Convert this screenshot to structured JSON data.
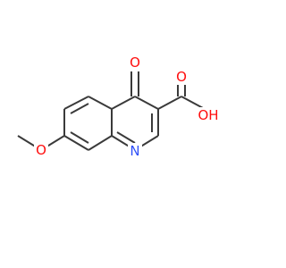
{
  "molecule": {
    "colors": {
      "bond": "#3a3a3a",
      "oxygen": "#ff0d0d",
      "nitrogen": "#3050f8",
      "carbon": "#3a3a3a",
      "background": "#ffffff"
    },
    "labels": {
      "ketone_oxygen": "O",
      "carbonyl_oxygen": "O",
      "hydroxyl": "OH",
      "nitrogen": "N",
      "ether_oxygen": "O"
    }
  }
}
